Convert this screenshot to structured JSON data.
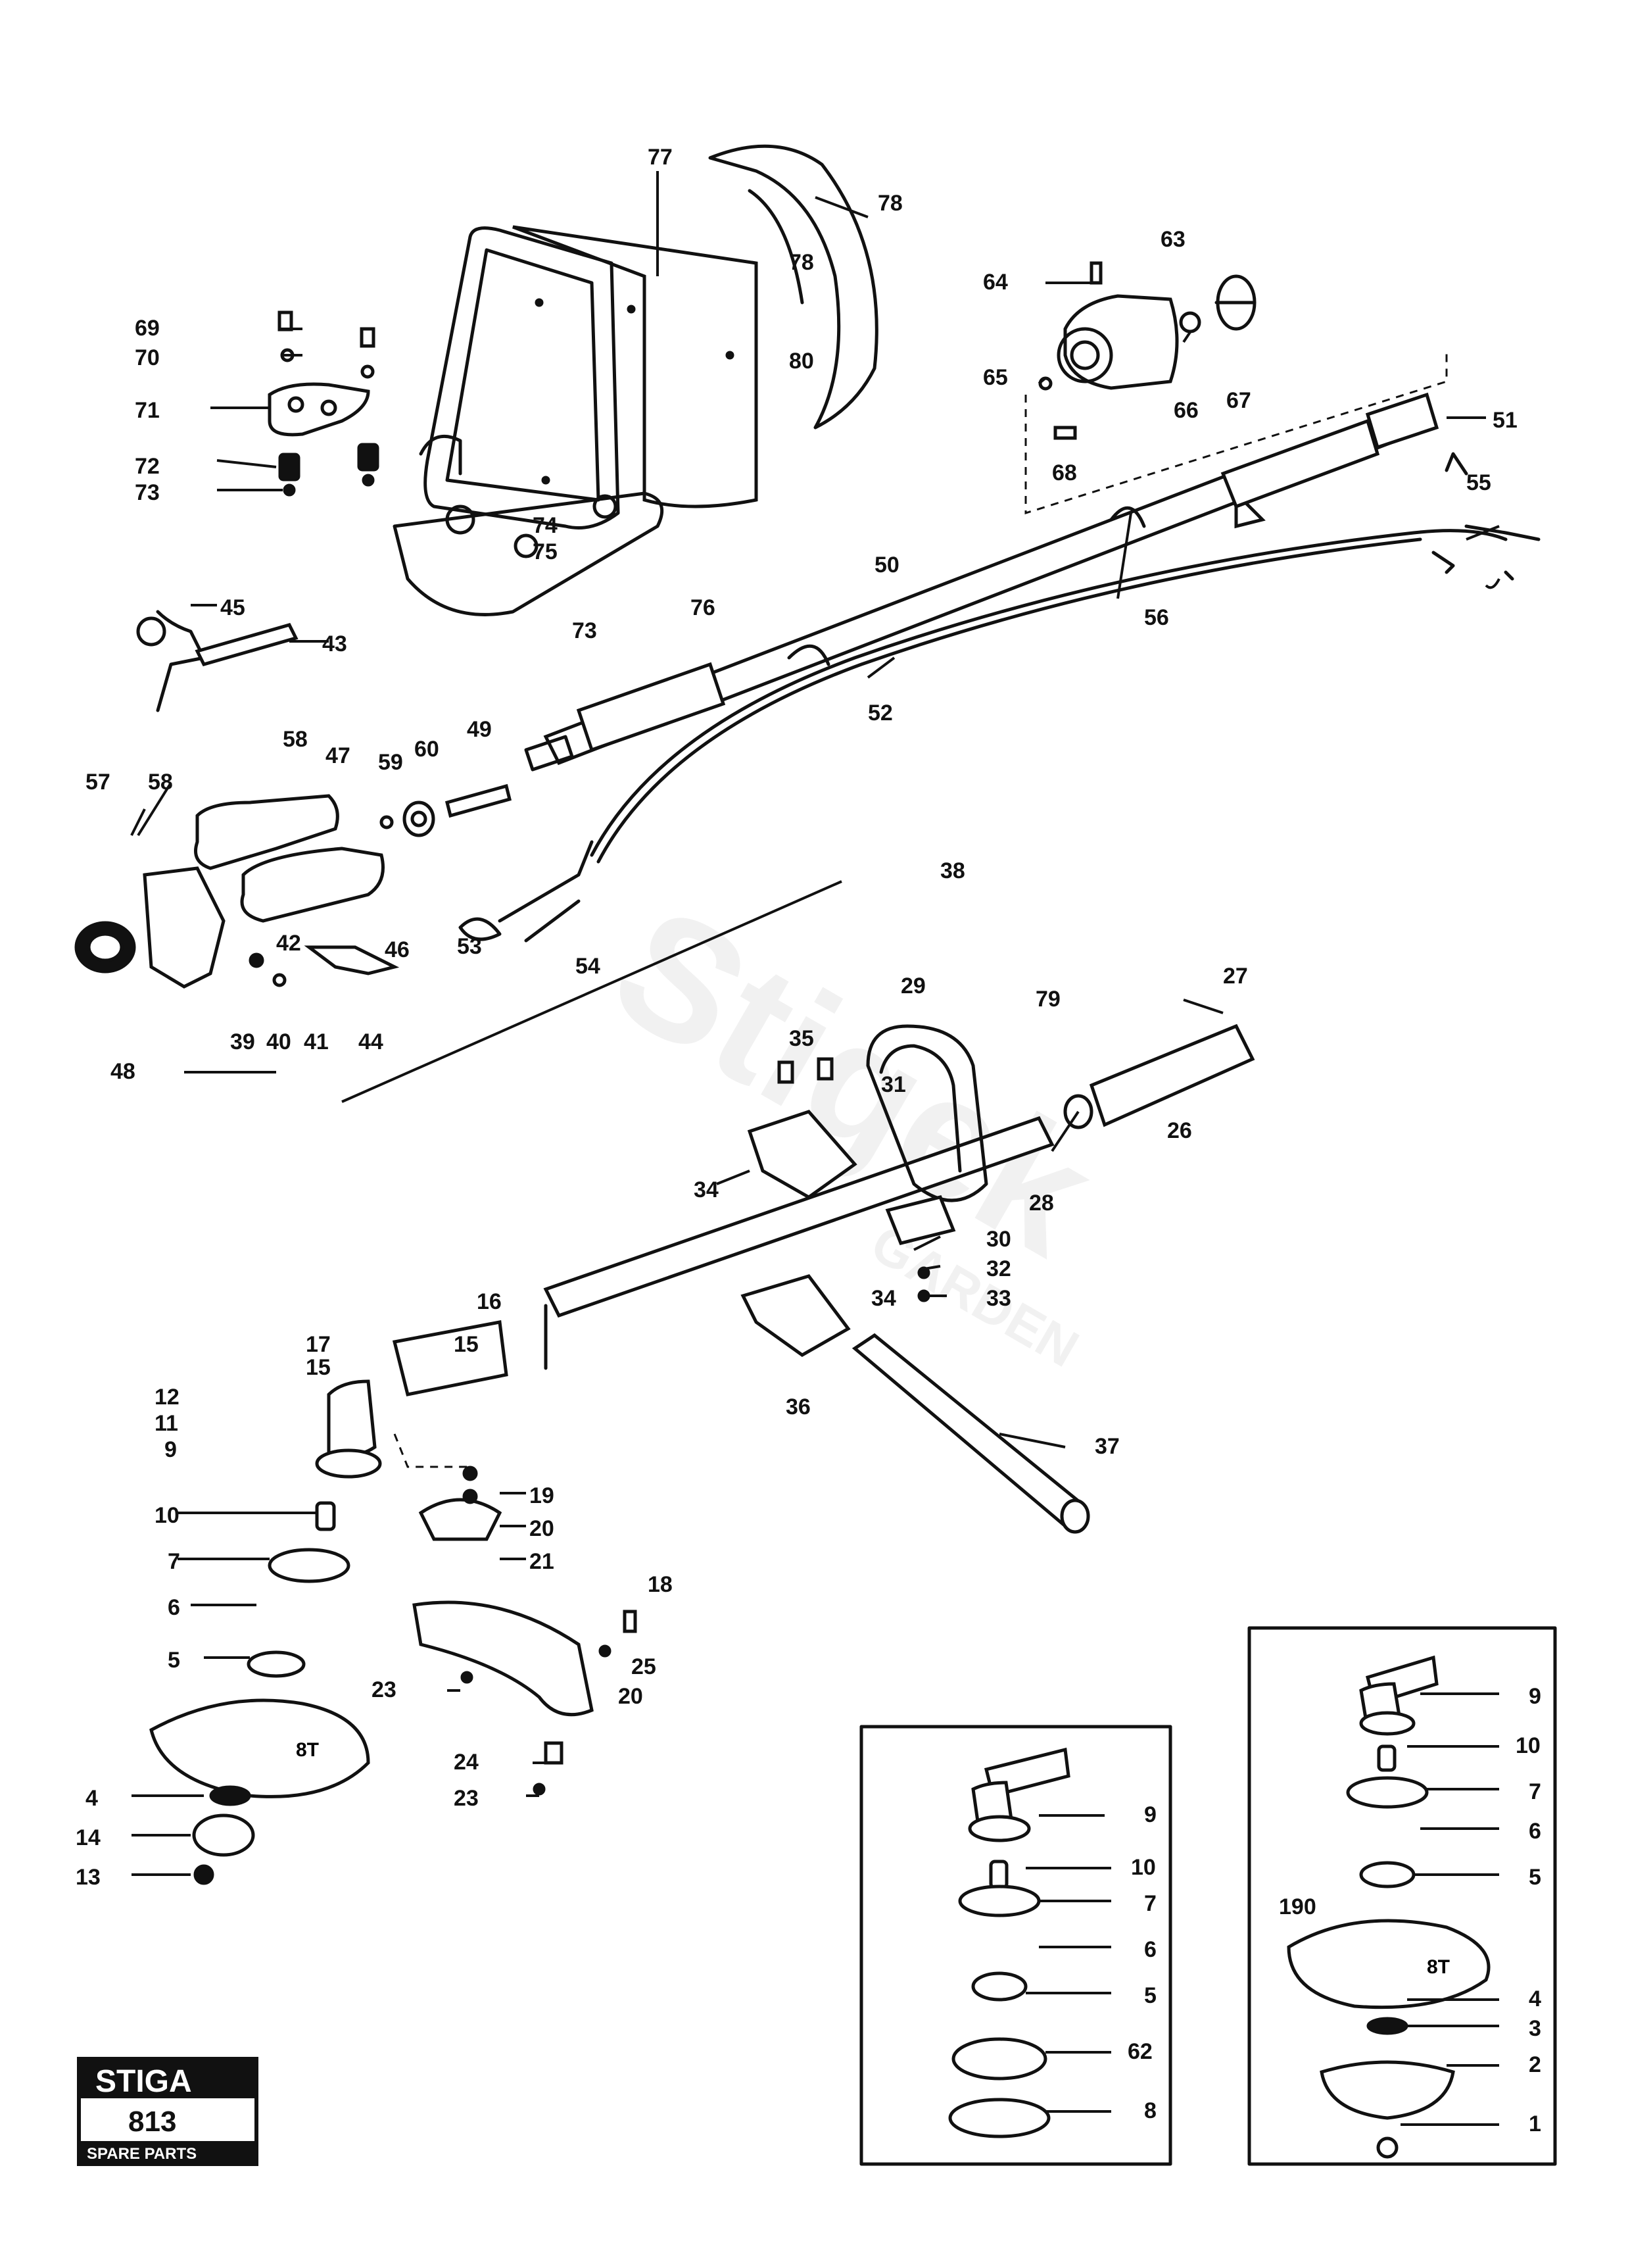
{
  "brand": {
    "name": "STIGA",
    "model": "813",
    "caption": "SPARE PARTS"
  },
  "watermark": {
    "main": "Stigek",
    "sub": "GARDEN"
  },
  "callouts": [
    {
      "id": "77",
      "text": "77"
    },
    {
      "id": "78a",
      "text": "78"
    },
    {
      "id": "78b",
      "text": "78"
    },
    {
      "id": "80",
      "text": "80"
    },
    {
      "id": "69",
      "text": "69"
    },
    {
      "id": "70",
      "text": "70"
    },
    {
      "id": "71",
      "text": "71"
    },
    {
      "id": "72",
      "text": "72"
    },
    {
      "id": "73a",
      "text": "73"
    },
    {
      "id": "74",
      "text": "74"
    },
    {
      "id": "75",
      "text": "75"
    },
    {
      "id": "76",
      "text": "76"
    },
    {
      "id": "73b",
      "text": "73"
    },
    {
      "id": "63",
      "text": "63"
    },
    {
      "id": "64",
      "text": "64"
    },
    {
      "id": "65",
      "text": "65"
    },
    {
      "id": "66",
      "text": "66"
    },
    {
      "id": "67",
      "text": "67"
    },
    {
      "id": "68",
      "text": "68"
    },
    {
      "id": "51",
      "text": "51"
    },
    {
      "id": "55",
      "text": "55"
    },
    {
      "id": "56",
      "text": "56"
    },
    {
      "id": "50",
      "text": "50"
    },
    {
      "id": "52",
      "text": "52"
    },
    {
      "id": "45",
      "text": "45"
    },
    {
      "id": "43",
      "text": "43"
    },
    {
      "id": "58a",
      "text": "58"
    },
    {
      "id": "47",
      "text": "47"
    },
    {
      "id": "59",
      "text": "59"
    },
    {
      "id": "60",
      "text": "60"
    },
    {
      "id": "49",
      "text": "49"
    },
    {
      "id": "57",
      "text": "57"
    },
    {
      "id": "58b",
      "text": "58"
    },
    {
      "id": "46",
      "text": "46"
    },
    {
      "id": "42",
      "text": "42"
    },
    {
      "id": "53",
      "text": "53"
    },
    {
      "id": "54",
      "text": "54"
    },
    {
      "id": "38",
      "text": "38"
    },
    {
      "id": "48",
      "text": "48"
    },
    {
      "id": "39",
      "text": "39"
    },
    {
      "id": "40",
      "text": "40"
    },
    {
      "id": "41",
      "text": "41"
    },
    {
      "id": "44",
      "text": "44"
    },
    {
      "id": "29",
      "text": "29"
    },
    {
      "id": "79",
      "text": "79"
    },
    {
      "id": "27",
      "text": "27"
    },
    {
      "id": "35",
      "text": "35"
    },
    {
      "id": "31",
      "text": "31"
    },
    {
      "id": "26",
      "text": "26"
    },
    {
      "id": "34a",
      "text": "34"
    },
    {
      "id": "28",
      "text": "28"
    },
    {
      "id": "30",
      "text": "30"
    },
    {
      "id": "32",
      "text": "32"
    },
    {
      "id": "33",
      "text": "33"
    },
    {
      "id": "34b",
      "text": "34"
    },
    {
      "id": "36",
      "text": "36"
    },
    {
      "id": "37",
      "text": "37"
    },
    {
      "id": "16",
      "text": "16"
    },
    {
      "id": "17",
      "text": "17"
    },
    {
      "id": "15a",
      "text": "15"
    },
    {
      "id": "15b",
      "text": "15"
    },
    {
      "id": "12",
      "text": "12"
    },
    {
      "id": "11",
      "text": "11"
    },
    {
      "id": "9a",
      "text": "9"
    },
    {
      "id": "10a",
      "text": "10"
    },
    {
      "id": "7a",
      "text": "7"
    },
    {
      "id": "6a",
      "text": "6"
    },
    {
      "id": "5a",
      "text": "5"
    },
    {
      "id": "4a",
      "text": "4"
    },
    {
      "id": "14",
      "text": "14"
    },
    {
      "id": "13",
      "text": "13"
    },
    {
      "id": "19",
      "text": "19"
    },
    {
      "id": "20a",
      "text": "20"
    },
    {
      "id": "21",
      "text": "21"
    },
    {
      "id": "18",
      "text": "18"
    },
    {
      "id": "25",
      "text": "25"
    },
    {
      "id": "20b",
      "text": "20"
    },
    {
      "id": "23a",
      "text": "23"
    },
    {
      "id": "24",
      "text": "24"
    },
    {
      "id": "23b",
      "text": "23"
    },
    {
      "id": "9b",
      "text": "9"
    },
    {
      "id": "10b",
      "text": "10"
    },
    {
      "id": "7b",
      "text": "7"
    },
    {
      "id": "6b",
      "text": "6"
    },
    {
      "id": "5b",
      "text": "5"
    },
    {
      "id": "62",
      "text": "62"
    },
    {
      "id": "8",
      "text": "8"
    },
    {
      "id": "9c",
      "text": "9"
    },
    {
      "id": "10c",
      "text": "10"
    },
    {
      "id": "7c",
      "text": "7"
    },
    {
      "id": "6c",
      "text": "6"
    },
    {
      "id": "5c",
      "text": "5"
    },
    {
      "id": "190",
      "text": "190"
    },
    {
      "id": "4c",
      "text": "4"
    },
    {
      "id": "3",
      "text": "3"
    },
    {
      "id": "2",
      "text": "2"
    },
    {
      "id": "1",
      "text": "1"
    }
  ],
  "blade_labels": {
    "main": "8T",
    "inset": "8T"
  }
}
